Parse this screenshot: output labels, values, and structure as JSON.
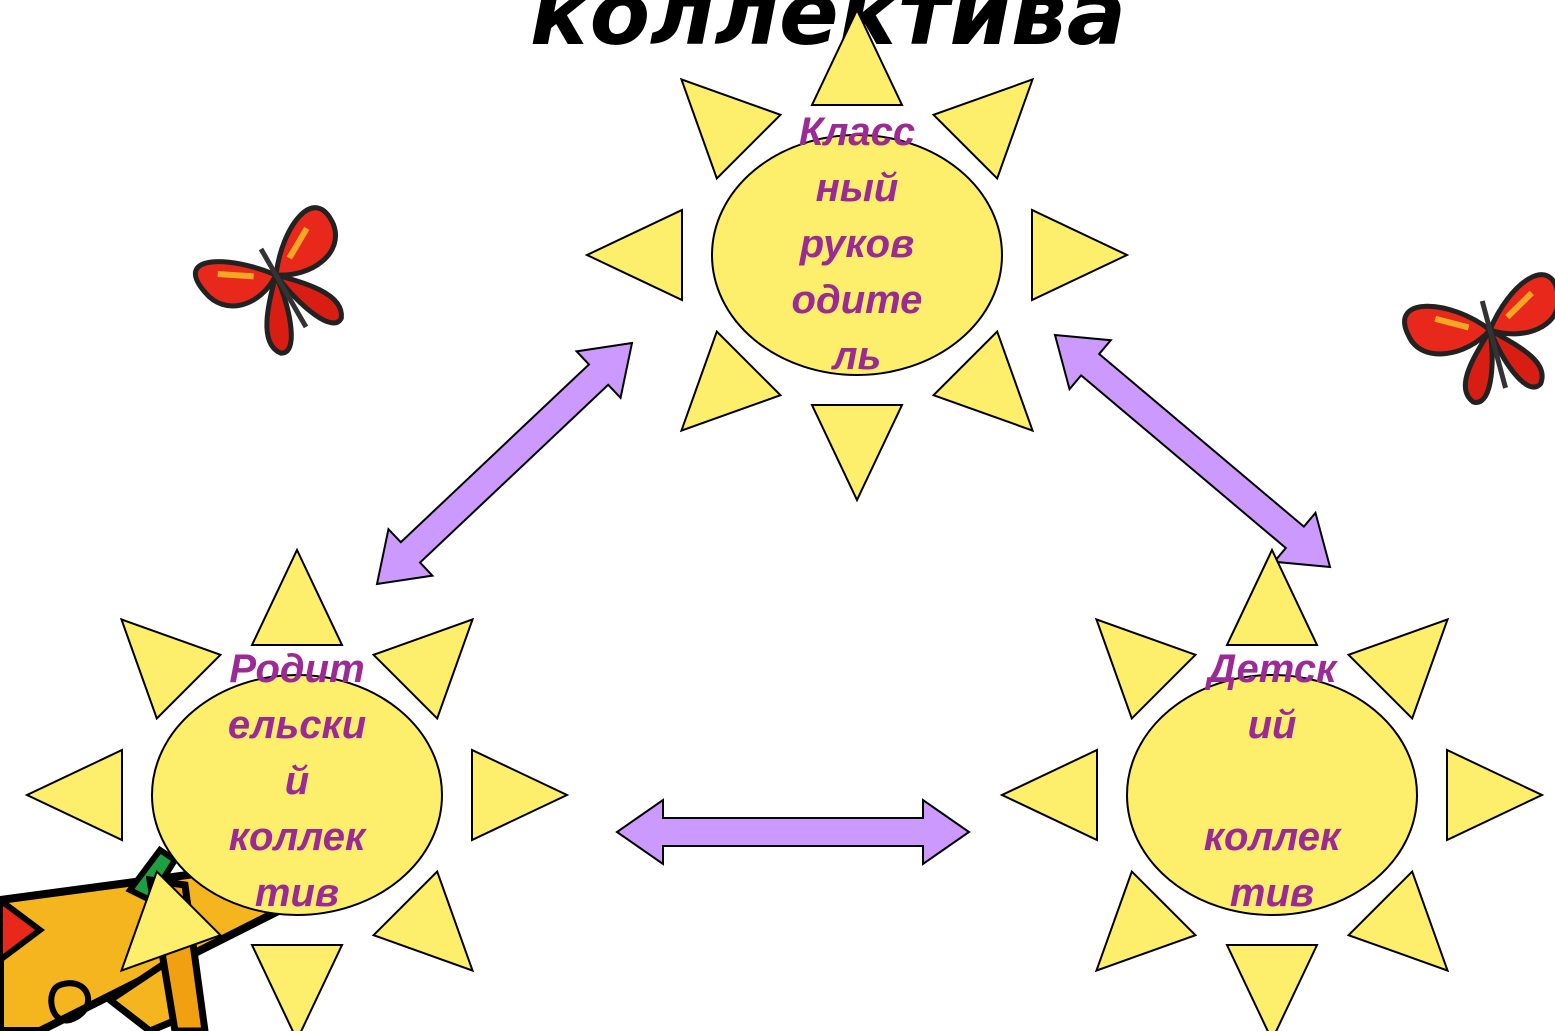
{
  "slide": {
    "title": "коллектива"
  },
  "colors": {
    "sun_fill": "#FDEE6C",
    "sun_stroke": "#000000",
    "text": "#9C2A94",
    "arrow_fill": "#CC99FF",
    "arrow_stroke": "#000000",
    "background": "#FFFFFF"
  },
  "nodes": [
    {
      "id": "teacher",
      "lines": [
        "Класс",
        "ный",
        "руков",
        "одите",
        "ль"
      ]
    },
    {
      "id": "parents",
      "lines": [
        "Родит",
        "ельски",
        "й",
        "коллек",
        "тив"
      ]
    },
    {
      "id": "children",
      "lines": [
        "Детск",
        "ий",
        "",
        "коллек",
        "тив"
      ]
    }
  ],
  "connections": [
    {
      "from": "teacher",
      "to": "parents",
      "type": "double-arrow"
    },
    {
      "from": "teacher",
      "to": "children",
      "type": "double-arrow"
    },
    {
      "from": "parents",
      "to": "children",
      "type": "double-arrow"
    }
  ],
  "decorations": [
    "butterfly-icon",
    "butterfly-icon",
    "pencil-icon"
  ]
}
